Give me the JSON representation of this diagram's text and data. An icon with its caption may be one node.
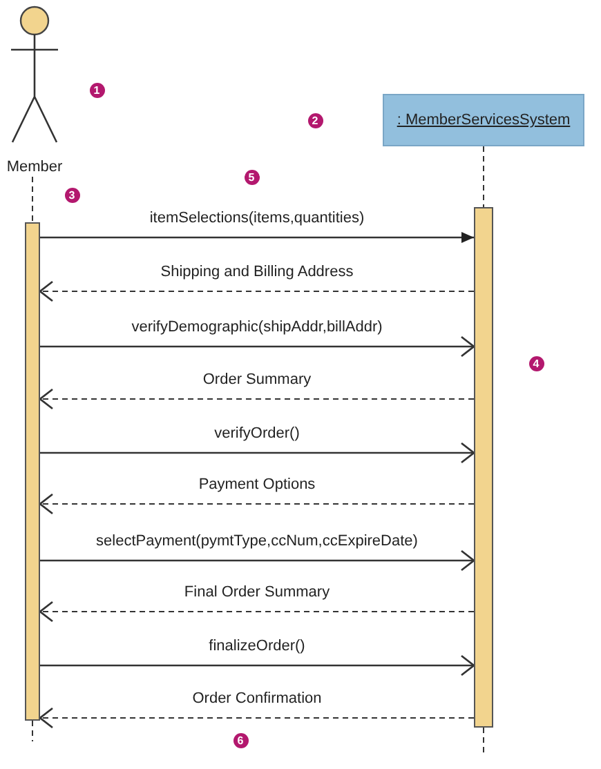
{
  "diagram": {
    "nodes": [
      {
        "text": [
          "Member"
        ]
      },
      {
        "text": [
          ": MemberServicesSystem"
        ]
      },
      {
        "text": [],
        "shape": "bar"
      },
      {
        "text": [],
        "shape": "bar"
      }
    ],
    "edges": [
      {
        "from": 0,
        "to": 2,
        "arrow": "none",
        "style": "dashed"
      },
      {
        "from": 1,
        "to": 3,
        "arrow": "none",
        "style": "dashed"
      },
      {
        "from": 2,
        "to": 3,
        "arrow": "to",
        "label": "itemSelections(items,quantities)"
      },
      {
        "from": 3,
        "to": 2,
        "arrow": "to",
        "label": "Shipping and Billing Address",
        "style": "dashed"
      },
      {
        "from": 2,
        "to": 3,
        "arrow": "to",
        "label": "verifyDemographic(shipAddr,billAddr)"
      },
      {
        "from": 3,
        "to": 2,
        "arrow": "to",
        "label": "Order Summary",
        "style": "dashed"
      },
      {
        "from": 2,
        "to": 3,
        "arrow": "to",
        "label": "verifyOrder()"
      },
      {
        "from": 3,
        "to": 2,
        "arrow": "to",
        "label": "Payment Options",
        "style": "dashed"
      },
      {
        "from": 2,
        "to": 3,
        "arrow": "to",
        "label": "selectPayment(pymtType,ccNum,ccExpireDate)"
      },
      {
        "from": 3,
        "to": 2,
        "arrow": "to",
        "label": "Final Order Summary",
        "style": "dashed"
      },
      {
        "from": 2,
        "to": 3,
        "arrow": "to",
        "label": "finalizeOrder()"
      },
      {
        "from": 3,
        "to": 2,
        "arrow": "to",
        "label": "Order Confirmation",
        "style": "dashed"
      },
      {
        "from": 2,
        "to": null,
        "arrow": "none",
        "style": "dashed"
      },
      {
        "from": 3,
        "to": null,
        "arrow": "none",
        "style": "dashed"
      }
    ],
    "labels": [
      "1",
      "2",
      "5",
      "3",
      "4",
      "6"
    ]
  }
}
